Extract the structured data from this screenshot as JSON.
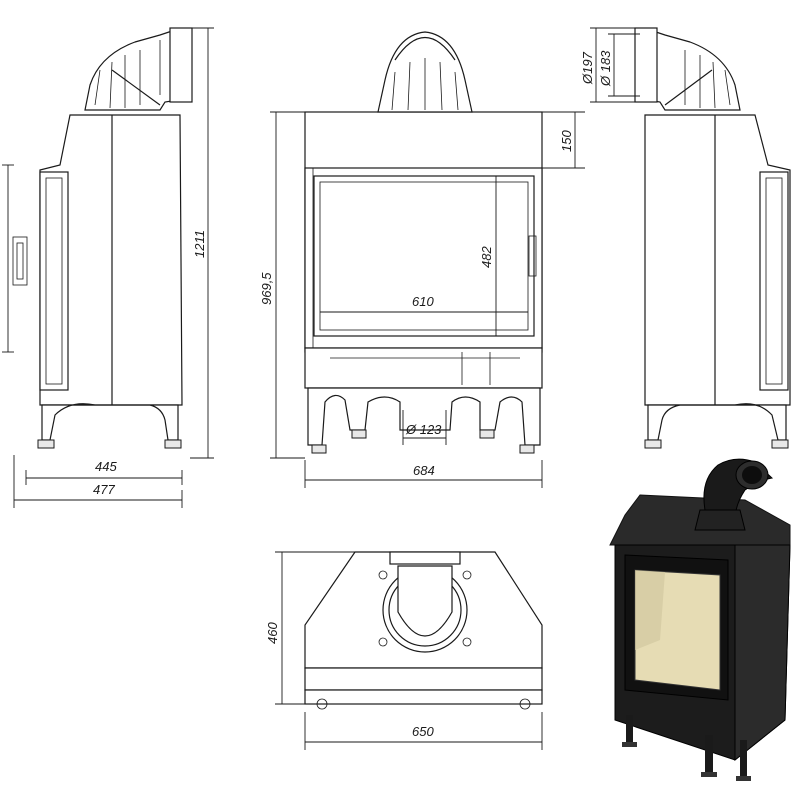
{
  "dimensions": {
    "side_depth_inner": "445",
    "side_depth_outer": "477",
    "side_height": "1211",
    "front_height": "969,5",
    "front_top": "150",
    "glass_height": "482",
    "glass_width": "610",
    "flue_diameter_front": "Ø 123",
    "front_width": "684",
    "outlet_outer": "Ø197",
    "outlet_inner": "Ø 183",
    "top_depth": "460",
    "top_width": "650"
  },
  "colors": {
    "line": "#1a1a1a",
    "product_body": "#1c1c1c",
    "product_glass": "#e6dcb4"
  },
  "icons": [
    "fireplace-insert-photo"
  ]
}
